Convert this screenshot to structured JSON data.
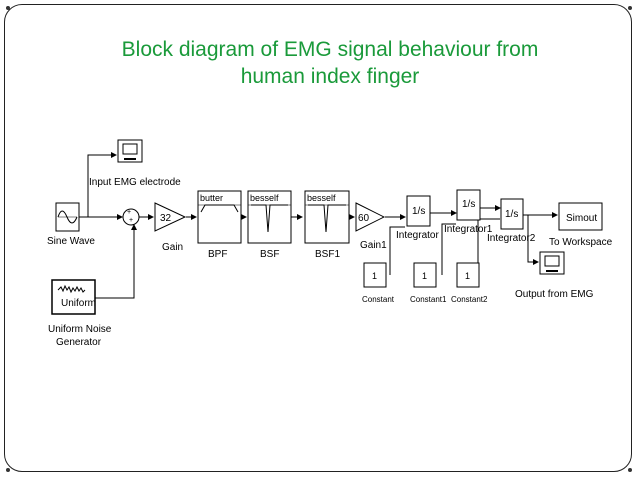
{
  "title": {
    "line1": "Block diagram of EMG signal behaviour from",
    "line2": "human index finger"
  },
  "colors": {
    "title": "#1a9a3a",
    "blocks": "#000000",
    "background": "#ffffff"
  },
  "blocks": {
    "sine_wave": "Sine Wave",
    "input_scope": "Input EMG electrode",
    "uniform_inner": "Uniform",
    "uniform_label_1": "Uniform Noise",
    "uniform_label_2": "Generator",
    "gain_value": "32",
    "gain": "Gain",
    "bpf_inner": "butter",
    "bpf": "BPF",
    "bsf_inner": "besself",
    "bsf": "BSF",
    "bsf1_inner": "besself",
    "bsf1": "BSF1",
    "gain1_value": "60",
    "gain1": "Gain1",
    "integrator_inner": "1/s",
    "integrator": "Integrator",
    "integrator1": "Integrator1",
    "integrator2": "Integrator2",
    "simout_inner": "Simout",
    "to_workspace": "To Workspace",
    "constant_value": "1",
    "constant": "Constant",
    "constant1": "Constant1",
    "constant2": "Constant2",
    "output_scope": "Output from EMG"
  }
}
